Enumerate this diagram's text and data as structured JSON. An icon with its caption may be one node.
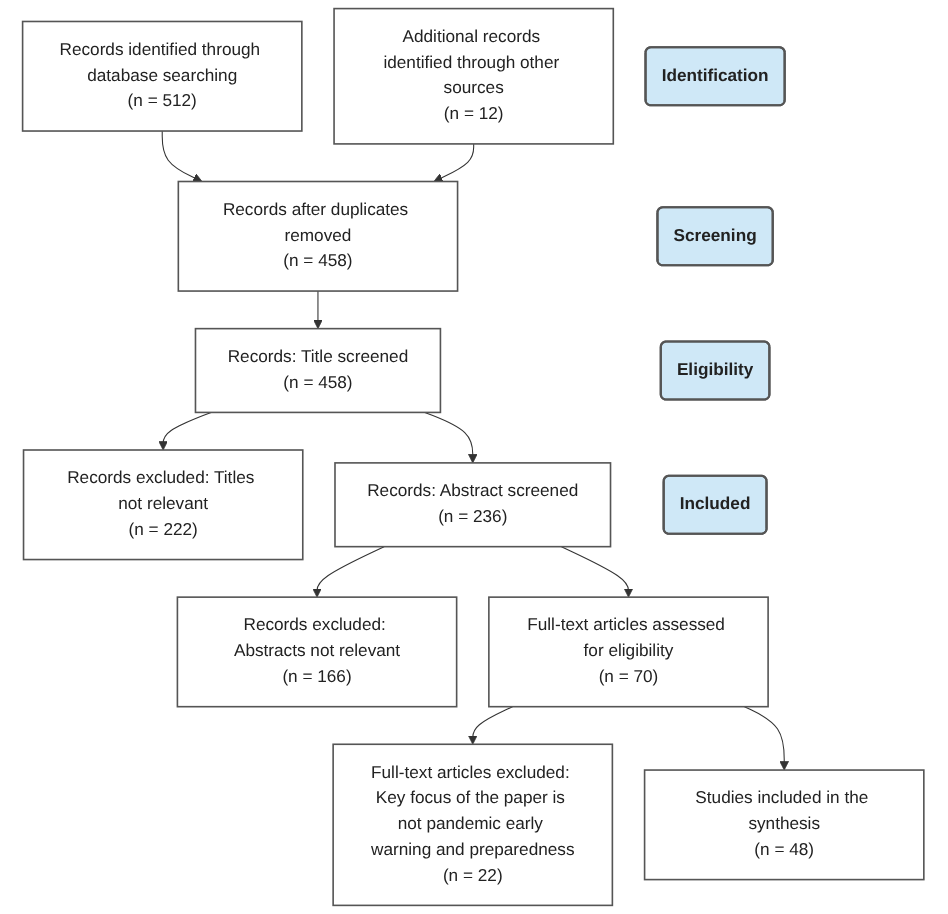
{
  "diagram": {
    "nodes": [
      {
        "text": [
          "Identification"
        ]
      },
      {
        "text": [
          "Records identified through database searching",
          "(n = 512)"
        ]
      },
      {
        "text": [
          "Additional records identified through other sources",
          "(n = 12)"
        ]
      },
      {
        "text": [
          "Records after duplicates removed",
          "(n = 458)"
        ]
      },
      {
        "text": [
          "Screening"
        ]
      },
      {
        "text": [
          "Records: Title screened",
          "(n = 458)"
        ]
      },
      {
        "text": [
          "Records excluded: Titles not relevant",
          "(n = 222)"
        ]
      },
      {
        "text": [
          "Eligibility"
        ]
      },
      {
        "text": [
          "Records: Abstract screened",
          "(n = 236)"
        ]
      },
      {
        "text": [
          "Records excluded: Abstracts not relevant",
          "(n = 166)"
        ]
      },
      {
        "text": [
          "Full-text articles assessed for eligibility",
          "(n = 70)"
        ]
      },
      {
        "text": [
          "Full-text articles excluded: Key focus of the paper is not pandemic early warning and preparedness",
          "(n = 22)"
        ]
      },
      {
        "text": [
          "Included"
        ]
      },
      {
        "text": [
          "Studies included in the synthesis",
          "(n = 48)"
        ]
      }
    ],
    "edges": [
      {
        "from": 1,
        "to": 3,
        "arrow": "to"
      },
      {
        "from": 2,
        "to": 3,
        "arrow": "to"
      },
      {
        "from": 3,
        "to": 5,
        "arrow": "to"
      },
      {
        "from": 5,
        "to": 6,
        "arrow": "to"
      },
      {
        "from": 5,
        "to": 8,
        "arrow": "to"
      },
      {
        "from": 8,
        "to": 9,
        "arrow": "to"
      },
      {
        "from": 8,
        "to": 10,
        "arrow": "to"
      },
      {
        "from": 10,
        "to": 11,
        "arrow": "to"
      },
      {
        "from": 10,
        "to": 13,
        "arrow": "to"
      }
    ]
  }
}
